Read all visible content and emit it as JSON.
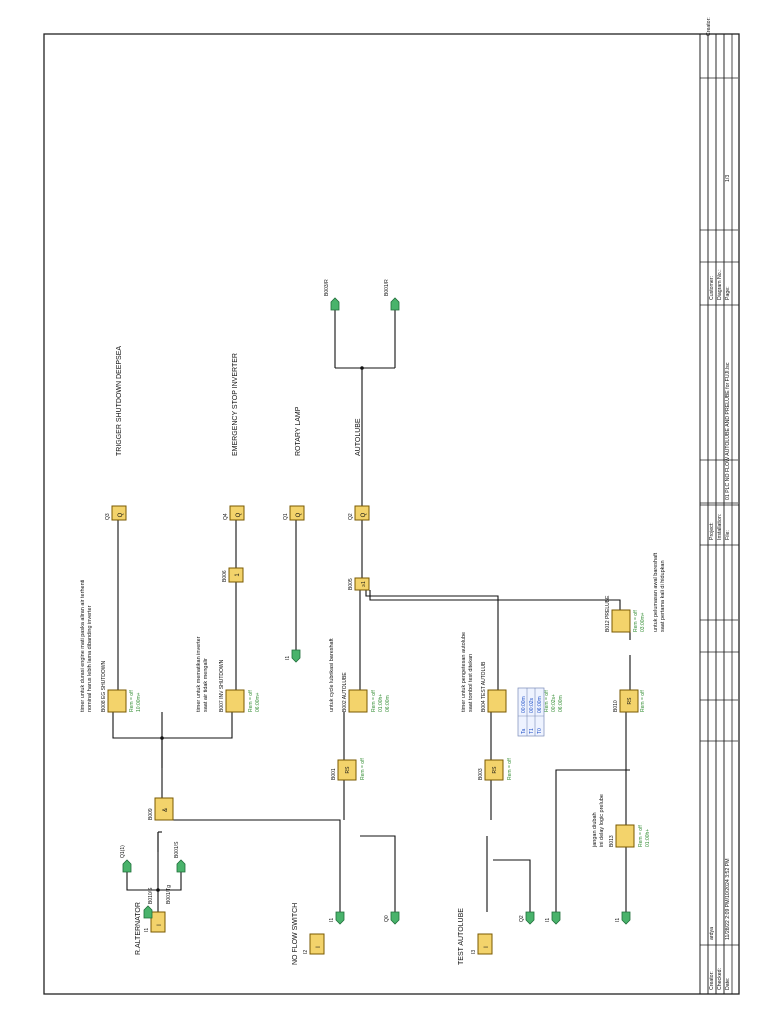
{
  "title_block": {
    "creator_label": "Creator:",
    "checked_label": "Checked:",
    "date_label": "Date:",
    "creator": "ardya",
    "date": "11/28/22 2:09 PM/10/2024 3:52 PM",
    "project_label": "Project:",
    "installation_label": "Installation:",
    "file_label": "File:",
    "file": "01 PLC NO FLOW AUTOLUBE AND PRELUBE for FUJI.lsc",
    "customer_label": "Customer:",
    "diagram_label": "Diagram No.:",
    "page_label": "Page:",
    "page": "1/3"
  },
  "inputs": {
    "i1": {
      "tag": "I1",
      "name": "R.ALTERNATOR"
    },
    "i2": {
      "tag": "I2",
      "name": "NO FLOW SWITCH"
    },
    "i3": {
      "tag": "I3",
      "name": "TEST AUTOLUBE"
    }
  },
  "outputs": {
    "q3": {
      "tag": "Q3",
      "desc": "TRIGGER SHUTDOWN DEEPSEA"
    },
    "q4": {
      "tag": "Q4",
      "desc": "EMERGENCY STOP INVERTER"
    },
    "q1": {
      "tag": "Q1",
      "desc": "ROTARY LAMP"
    },
    "q2": {
      "tag": "Q2",
      "desc": "AUTOLUBE"
    }
  },
  "blocks": {
    "b009": {
      "tag": "B009",
      "sym": "&"
    },
    "b008": {
      "tag": "B008 EG SHUTDOWN",
      "params": [
        "Rem = off",
        "10:00m+"
      ],
      "note": [
        "timer untuk durasi engine mati paska aliran air terhenti",
        "nominal harus lebih lama dibanding inverter"
      ]
    },
    "b007": {
      "tag": "B007 INV SHUTDOWN",
      "params": [
        "Rem = off",
        "06:00m+"
      ],
      "note": [
        "timer untuk mematikan inverter",
        "saat air tidak mengalir"
      ]
    },
    "b006": {
      "tag": "B006",
      "sym": "1"
    },
    "b002": {
      "tag": "B002 AUTOLUBE",
      "params": [
        "Rem = off",
        "01:00h+",
        "06:00m"
      ],
      "note": [
        "untuk cycle lubrikasi bareshaft"
      ]
    },
    "b001": {
      "tag": "B001",
      "sym": "RS",
      "params": [
        "Rem = off"
      ]
    },
    "b003": {
      "tag": "B003",
      "sym": "RS",
      "params": [
        "Rem = off"
      ]
    },
    "b004": {
      "tag": "B004 TEST AUTOLUB",
      "params": [
        "Rem = off",
        "00:02s+",
        "06:00m"
      ],
      "note": [
        "timer untuk pengetesan autolube",
        "saat tombol test ditekan"
      ]
    },
    "b010": {
      "tag": "B010",
      "sym": "RS",
      "params": [
        "Rem = off"
      ]
    },
    "b013": {
      "tag": "B013",
      "params": [
        "Rem = off",
        "01:00h+"
      ],
      "note": [
        "jangan diubah",
        "ini delay logic prelube"
      ]
    },
    "b012": {
      "tag": "B012 PRELUBE",
      "params": [
        "Rem = off",
        "03:00m+"
      ],
      "note": [
        "untuk pelumasan awal bareshaft",
        "saat pertama kali di hidupkan"
      ]
    },
    "b005": {
      "tag": "B005",
      "sym": "≥1"
    }
  },
  "flags": {
    "b001s": "B001/S",
    "b010s": "B010/S",
    "b003r_top": "B003/R",
    "b001r": "B001/R",
    "q1": "Q1(1)",
    "m_low1": "B001/Tg",
    "i1a": "I1",
    "i1b": "I1",
    "i1c": "I1",
    "i1d": "I1",
    "q0a": "Q0",
    "q0b": "Q2"
  },
  "timing_table": {
    "rows": [
      [
        "Ta",
        "00:00m"
      ],
      [
        "T1",
        "00:02s"
      ],
      [
        "T0",
        "06:00m"
      ]
    ]
  }
}
